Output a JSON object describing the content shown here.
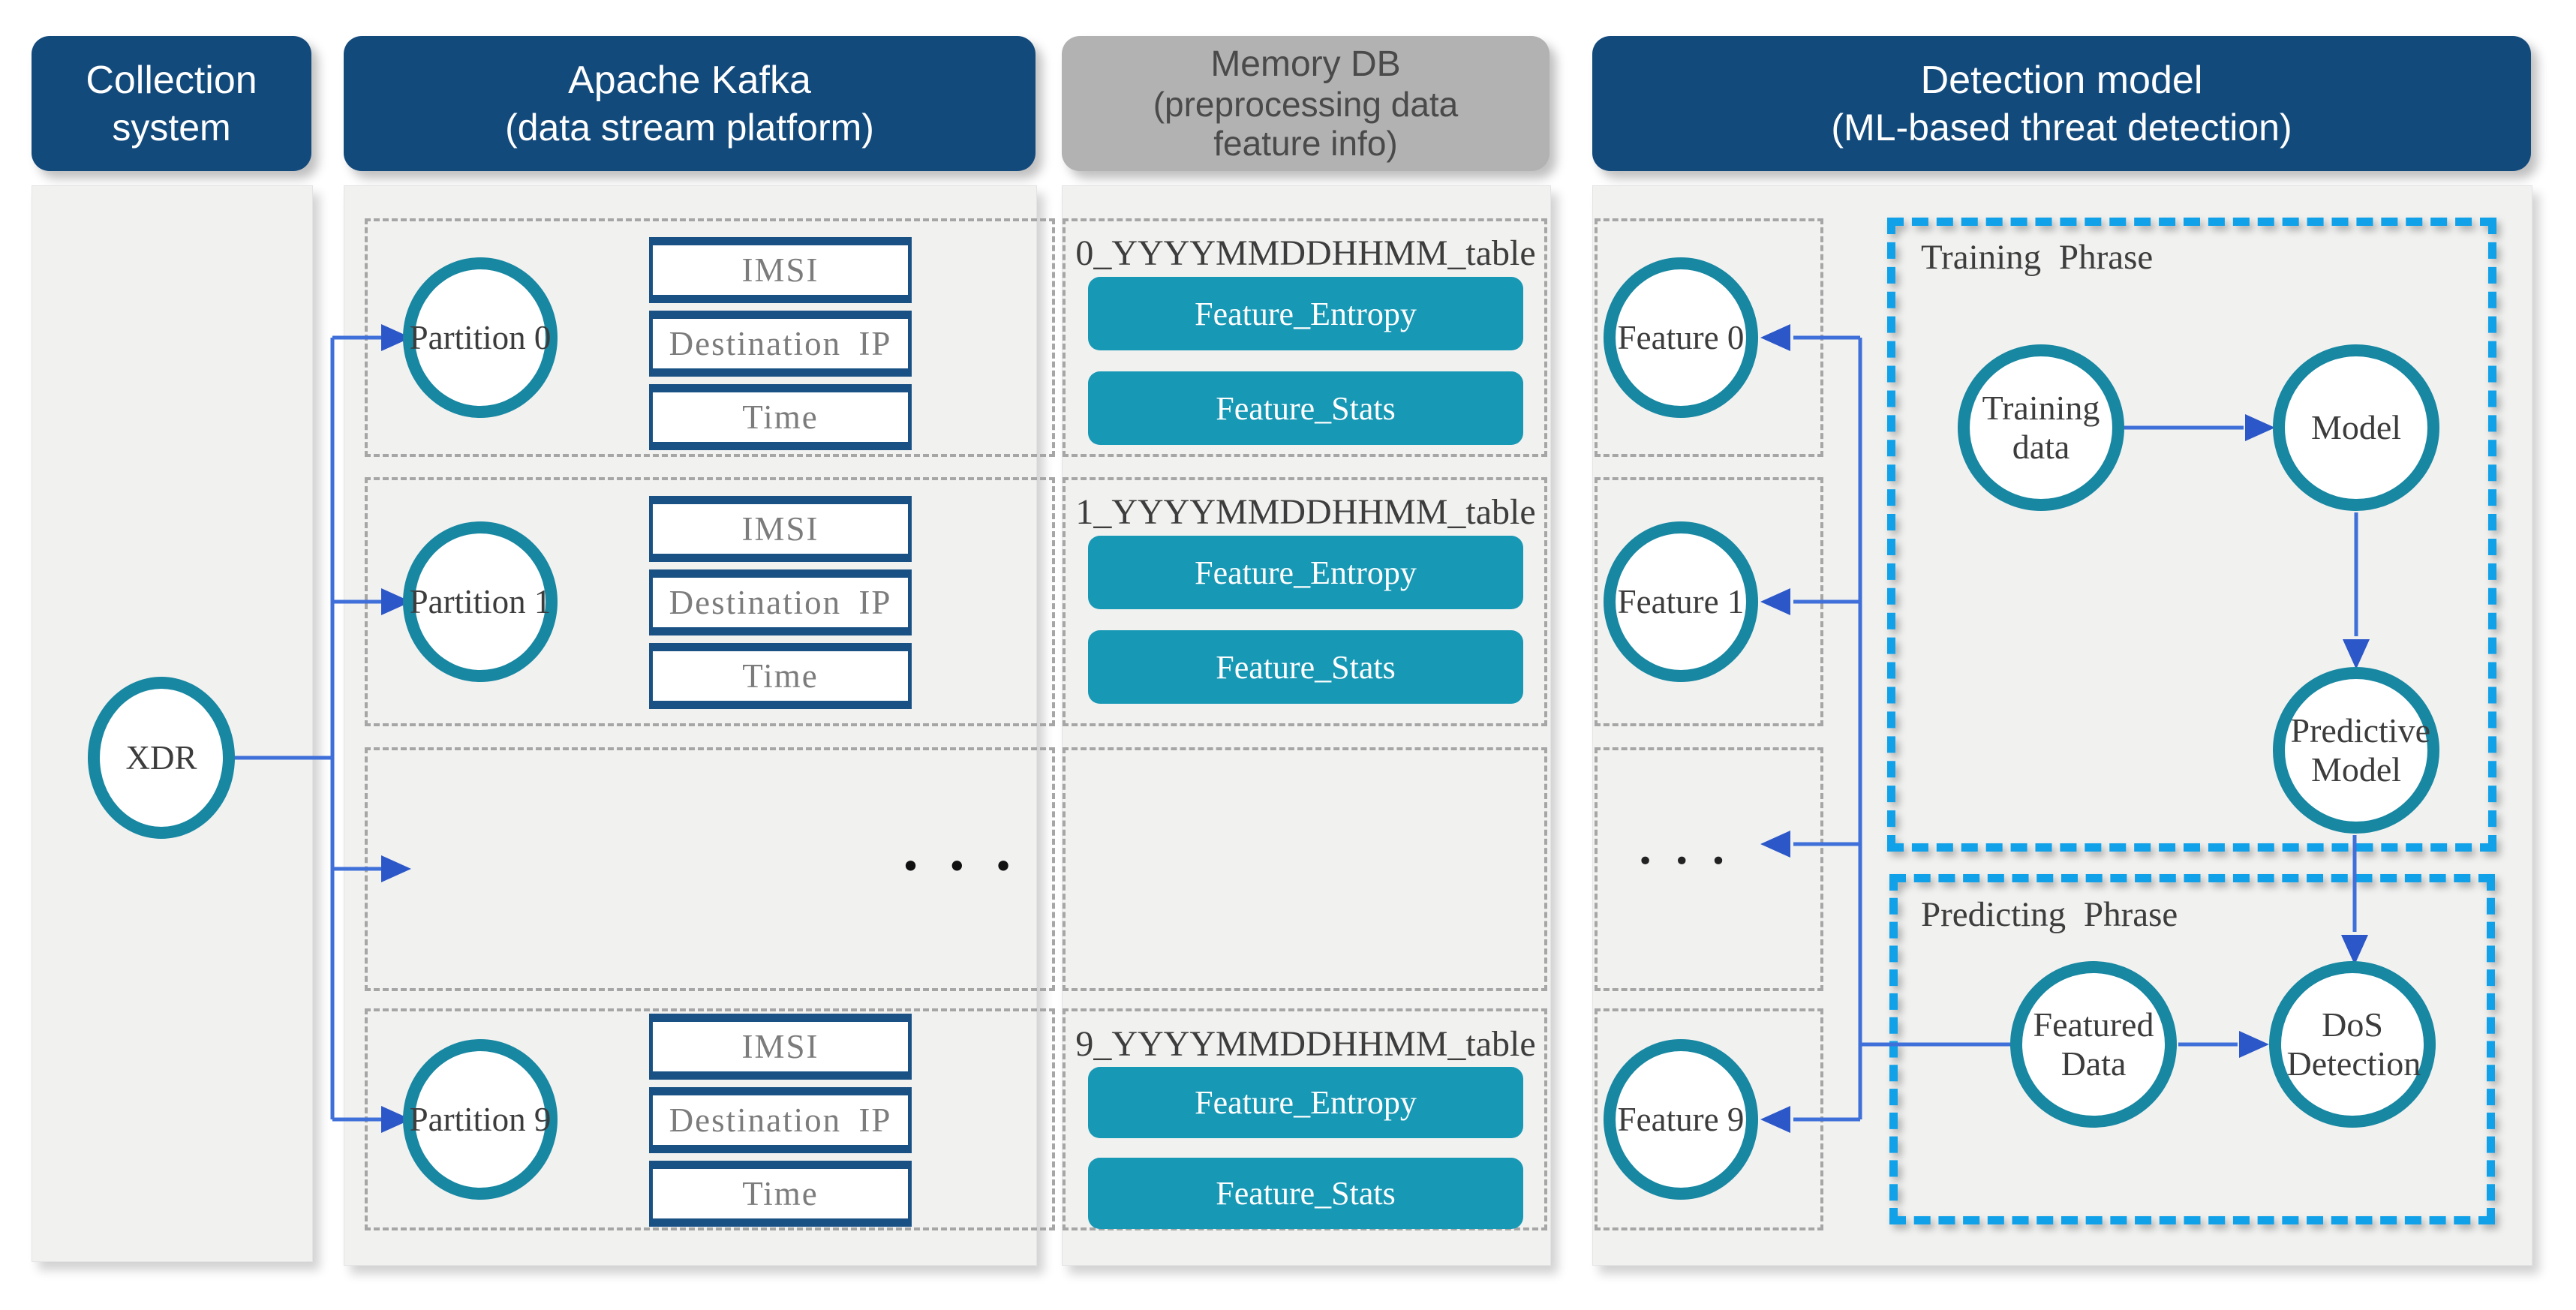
{
  "colors": {
    "header_navy": "#134a7c",
    "header_gray": "#b2b2b2",
    "panel_bg": "#f1f1f0",
    "teal_ring": "#1787a2",
    "teal_button": "#1798b5",
    "field_border": "#1a5184",
    "arrow_line": "#3f6fd8",
    "arrow_head": "#2b57c8",
    "dash_gray": "#a6a6a6",
    "dash_blue": "#10a1e8"
  },
  "collection": {
    "title1": "Collection",
    "title2": "system",
    "node": "XDR"
  },
  "kafka": {
    "title1": "Apache Kafka",
    "title2": "(data stream platform)",
    "partitions": [
      "Partition 0",
      "Partition 1",
      "Partition 9"
    ],
    "fields": [
      "IMSI",
      "Destination IP",
      "Time"
    ],
    "ellipsis": "• • •"
  },
  "memory": {
    "title1": "Memory DB",
    "title2": "(preprocessing data",
    "title3": "feature info)",
    "tables": [
      {
        "name": "0_YYYYMMDDHHMM_table",
        "entropy": "Feature_Entropy",
        "stats": "Feature_Stats"
      },
      {
        "name": "1_YYYYMMDDHHMM_table",
        "entropy": "Feature_Entropy",
        "stats": "Feature_Stats"
      },
      {
        "name": "9_YYYYMMDDHHMM_table",
        "entropy": "Feature_Entropy",
        "stats": "Feature_Stats"
      }
    ]
  },
  "detection": {
    "title1": "Detection model",
    "title2": "(ML-based threat detection)",
    "features": [
      "Feature 0",
      "Feature 1",
      "Feature 9"
    ],
    "ellipsis": "• • •",
    "training": {
      "label": "Training Phrase",
      "data_node": "Training data",
      "model_node": "Model",
      "predictive_node": "Predictive Model"
    },
    "predicting": {
      "label": "Predicting Phrase",
      "featured_node": "Featured Data",
      "dos_node": "DoS Detection"
    }
  }
}
